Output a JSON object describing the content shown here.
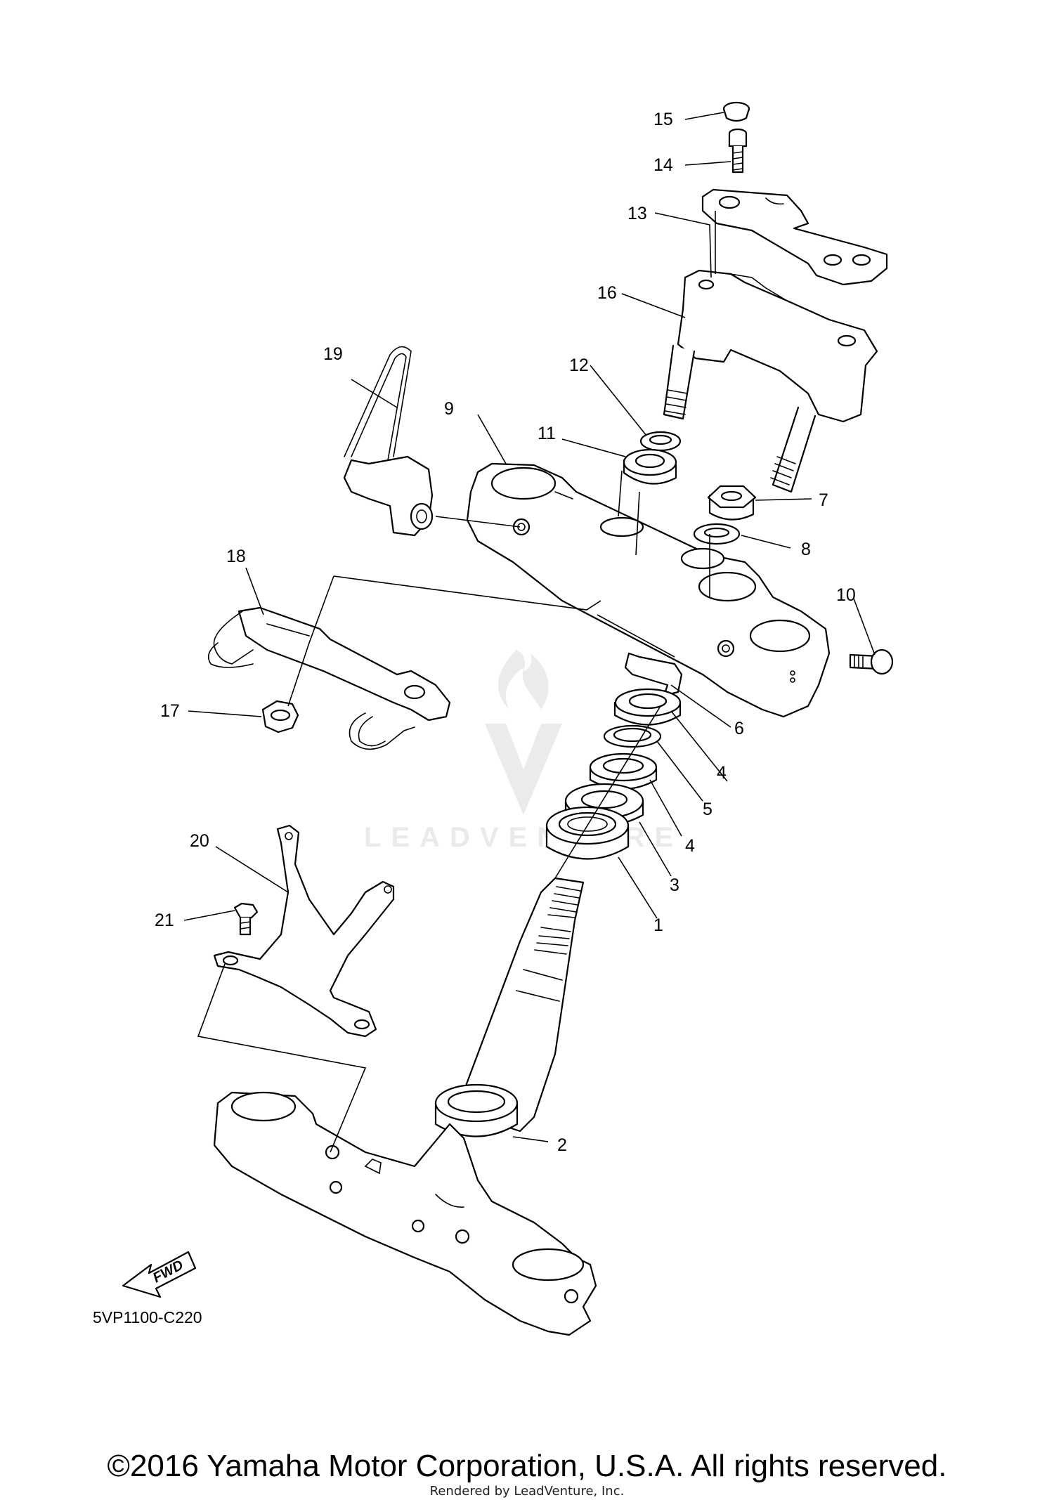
{
  "diagram": {
    "code": "5VP1100-C220",
    "fwd_label": "FWD",
    "watermark": "LEADVENTURE",
    "callouts": {
      "p1": "1",
      "p2": "2",
      "p3": "3",
      "p4a": "4",
      "p4b": "4",
      "p5": "5",
      "p6": "6",
      "p7": "7",
      "p8": "8",
      "p9": "9",
      "p10": "10",
      "p11": "11",
      "p12": "12",
      "p13": "13",
      "p14": "14",
      "p15": "15",
      "p16": "16",
      "p17": "17",
      "p18": "18",
      "p19": "19",
      "p20": "20",
      "p21": "21"
    }
  },
  "footer": {
    "copyright": "©2016 Yamaha Motor Corporation, U.S.A. All rights reserved.",
    "rendered_by": "Rendered by LeadVenture, Inc."
  }
}
